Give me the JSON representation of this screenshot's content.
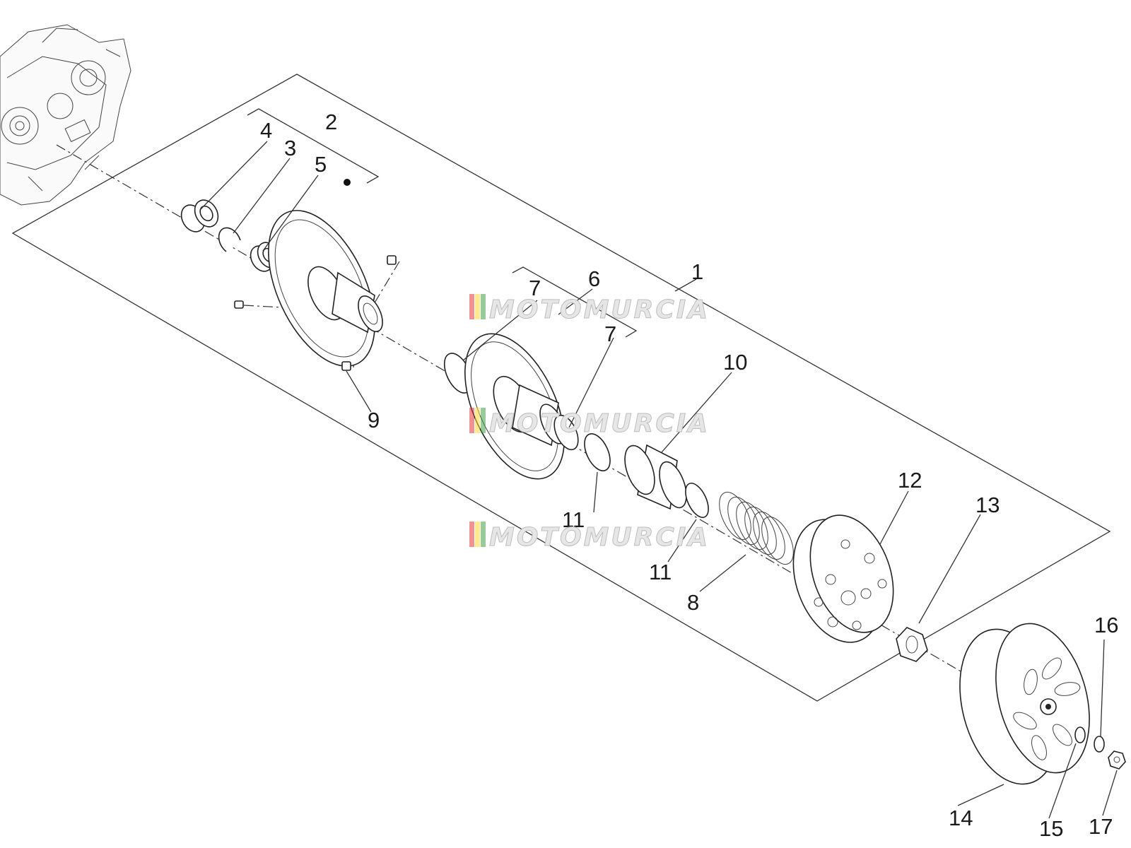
{
  "callouts": {
    "c1": "1",
    "c2": "2",
    "c3": "3",
    "c4": "4",
    "c5": "5",
    "c6": "6",
    "c7a": "7",
    "c7b": "7",
    "c8": "8",
    "c9": "9",
    "c10": "10",
    "c11a": "11",
    "c11b": "11",
    "c12": "12",
    "c13": "13",
    "c14": "14",
    "c15": "15",
    "c16": "16",
    "c17": "17"
  },
  "watermark": {
    "text": "MOTOMURCIA",
    "stripe_colors": [
      "#e53935",
      "#fdd835",
      "#43a047"
    ]
  },
  "colors": {
    "line": "#222222",
    "watermark_fill": "#e6e6e6"
  }
}
